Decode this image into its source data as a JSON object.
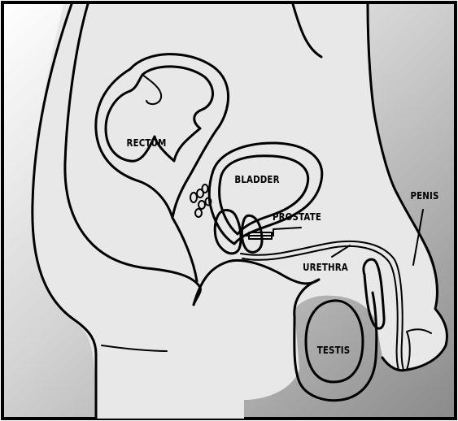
{
  "labels": {
    "rectum": "RECTUM",
    "bladder": "BLADDER",
    "prostate": "PROSTATE",
    "penis": "PENIS",
    "urethra": "URETHRA",
    "testis": "TESTIS"
  },
  "colors": {
    "background_light": "#ffffff",
    "background_dark": "#8f8f8f",
    "body_fill": "#e6e6e6",
    "organ_fill": "#c8c8c8",
    "prostate_fill": "#7a7a7a",
    "outline": "#000000"
  }
}
